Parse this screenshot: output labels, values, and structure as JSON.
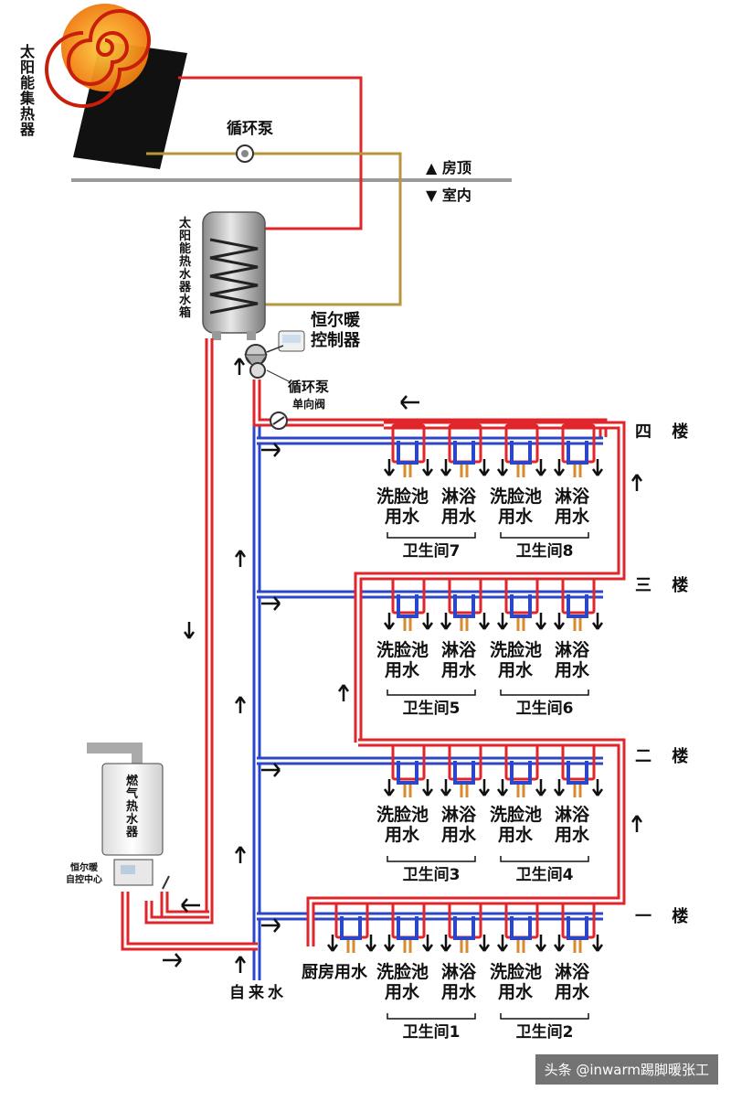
{
  "labels": {
    "collector": "太阳能集热器",
    "pump_top": "循环泵",
    "roof": "房顶",
    "indoor": "室内",
    "tank": "太阳能热水器水箱",
    "controller": "恒尔暖\n控制器",
    "pump_mid": "循环泵",
    "check_valve": "单向阀",
    "gas_heater": "燃气热水器",
    "auto_center": "恒尔暖\n自控中心",
    "tap_water": "自来水",
    "kitchen": "厨房用水"
  },
  "floors": [
    "四 楼",
    "三 楼",
    "二 楼",
    "一 楼"
  ],
  "fixtures": {
    "basin": "洗脸池\n用水",
    "shower": "淋浴\n用水"
  },
  "bathrooms": {
    "b7": "卫生间7",
    "b8": "卫生间8",
    "b5": "卫生间5",
    "b6": "卫生间6",
    "b3": "卫生间3",
    "b4": "卫生间4",
    "b1": "卫生间1",
    "b2": "卫生间2"
  },
  "watermark": "头条 @inwarm踢脚暖张工",
  "colors": {
    "hot": "#e0262b",
    "cold": "#2b46c8",
    "solar": "#b8963c",
    "pipe_fill": "#ffffff"
  }
}
